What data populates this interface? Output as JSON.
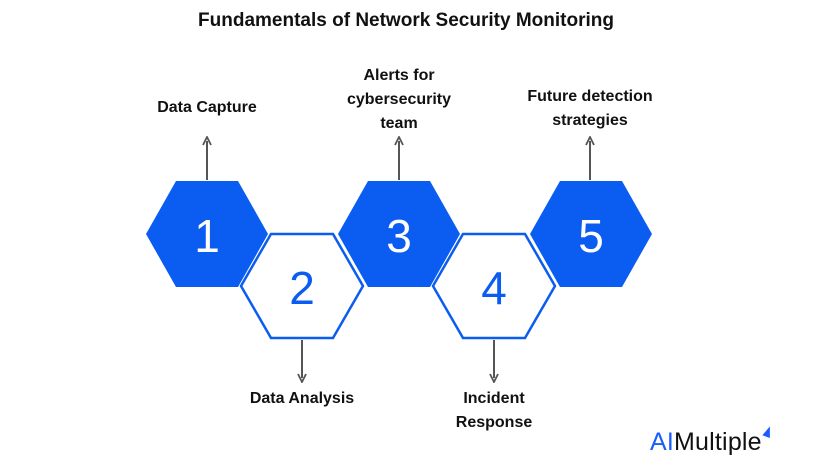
{
  "title": "Fundamentals of Network Security Monitoring",
  "colors": {
    "accent": "#0B5CF0",
    "text": "#111111",
    "arrow": "#555555",
    "white": "#ffffff"
  },
  "steps": [
    {
      "number": "1",
      "label": "Data Capture",
      "style": "filled"
    },
    {
      "number": "2",
      "label": "Data Analysis",
      "style": "outlined"
    },
    {
      "number": "3",
      "label": "Alerts for cybersecurity team",
      "style": "filled"
    },
    {
      "number": "4",
      "label": "Incident Response",
      "style": "outlined"
    },
    {
      "number": "5",
      "label": "Future detection strategies",
      "style": "filled"
    }
  ],
  "logo": {
    "prefix": "AI",
    "suffix": "Multiple"
  }
}
